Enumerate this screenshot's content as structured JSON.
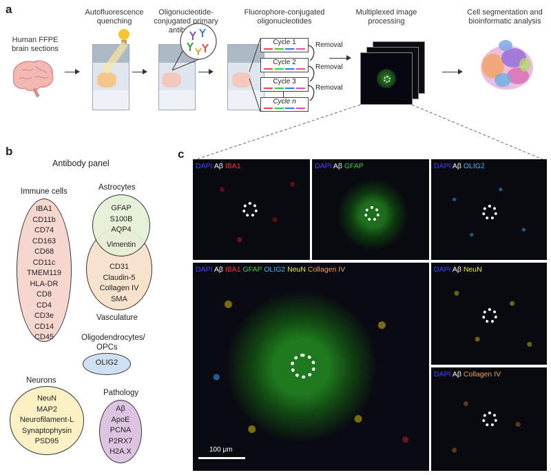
{
  "panel_a": {
    "letter": "a",
    "steps": [
      "Human FFPE brain sections",
      "Autofluorescence quenching",
      "Oligonucleotide-conjugated primary antibodies",
      "Fluorophore-conjugated oligonucleotides",
      "Multiplexed image processing",
      "Cell segmentation and bioinformatic analysis"
    ],
    "cycles": [
      "Cycle 1",
      "Cycle 2",
      "Cycle 3",
      "Cycle n"
    ],
    "removal_label": "Removal"
  },
  "panel_b": {
    "letter": "b",
    "title": "Antibody panel",
    "immune": {
      "heading": "Immune cells",
      "markers": [
        "IBA1",
        "CD11b",
        "CD74",
        "CD163",
        "CD68",
        "CD11c",
        "TMEM119",
        "HLA-DR",
        "CD8",
        "CD4",
        "CD3e",
        "CD14",
        "CD45"
      ]
    },
    "astrocytes": {
      "heading": "Astrocytes",
      "markers": [
        "GFAP",
        "S100B",
        "AQP4"
      ]
    },
    "shared": "Vimentin",
    "vasculature": {
      "heading": "Vasculature",
      "markers": [
        "CD31",
        "Claudin-5",
        "Collagen IV",
        "SMA"
      ]
    },
    "oligo": {
      "heading_line1": "Oligodendrocytes/",
      "heading_line2": "OPCs",
      "marker": "OLIG2"
    },
    "neurons": {
      "heading": "Neurons",
      "markers": [
        "NeuN",
        "MAP2",
        "Neurofilament-L",
        "Synaptophysin",
        "PSD95"
      ]
    },
    "pathology": {
      "heading": "Pathology",
      "markers": [
        "Aβ",
        "ApoE",
        "PCNA",
        "P2RX7",
        "H2A.X"
      ]
    }
  },
  "panel_c": {
    "letter": "c",
    "panels": {
      "iba1": [
        "DAPI",
        "Aβ",
        "IBA1"
      ],
      "gfap": [
        "DAPI",
        "Aβ",
        "GFAP"
      ],
      "olig2": [
        "DAPI",
        "Aβ",
        "OLIG2"
      ],
      "merged": [
        "DAPI",
        "Aβ",
        "IBA1",
        "GFAP",
        "OLIG2",
        "NeuN",
        "Collagen IV"
      ],
      "neun": [
        "DAPI",
        "Aβ",
        "NeuN"
      ],
      "collagen": [
        "DAPI",
        "Aβ",
        "Collagen IV"
      ]
    },
    "scale_bar": "100 μm"
  },
  "colors": {
    "dapi": "#3d48ff",
    "abeta": "#ffffff",
    "iba1": "#ff3030",
    "gfap": "#3bd03b",
    "olig2": "#38b8ff",
    "neun": "#f6ea3a",
    "collagen": "#f2a35a",
    "immune_fill": "#f6d7cf",
    "astro_fill": "#e5efd6",
    "vasc_fill": "#f7e3cd",
    "oligo_fill": "#cfe0f3",
    "neuron_fill": "#fbf1c4",
    "patho_fill": "#dcc4e2"
  }
}
